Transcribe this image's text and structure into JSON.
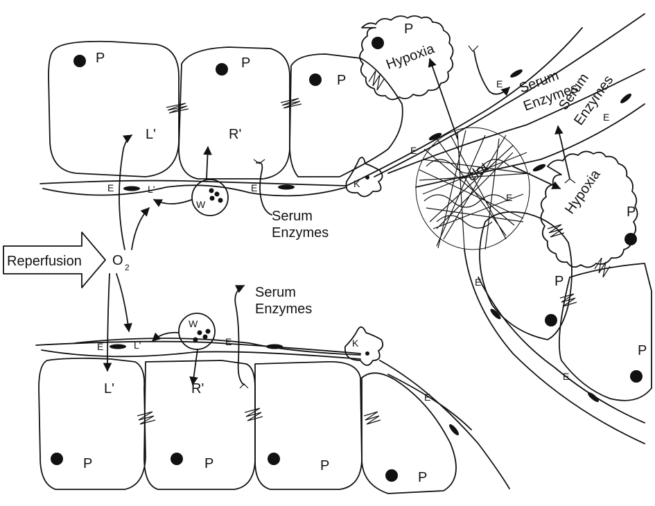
{
  "labels": {
    "reperfusion": "Reperfusion",
    "o2": "O",
    "o2_sub": "2",
    "parenchymal": "P",
    "endothelial": "E",
    "kupffer": "K",
    "wbc": "W",
    "lipid": "L'",
    "radical": "R'",
    "serum": "Serum",
    "enzymes": "Enzymes",
    "hypoxia": "Hypoxia",
    "clot": "clot"
  }
}
